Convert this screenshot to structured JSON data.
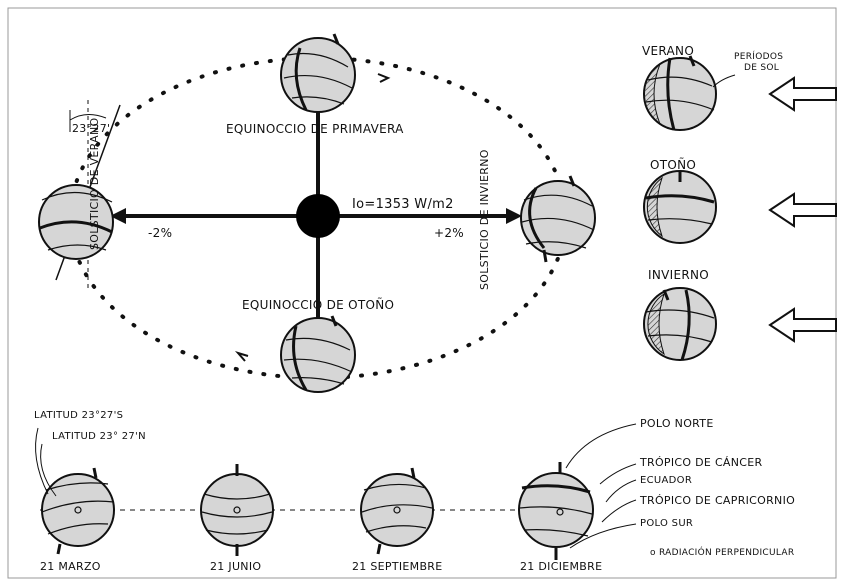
{
  "labels": {
    "angle": "23°27'",
    "equinox_spring": "EQUINOCCIO DE PRIMAVERA",
    "equinox_autumn": "EQUINOCCIO DE OTOÑO",
    "solstice_summer": "SOLSTICIO DE VERANO",
    "solstice_winter": "SOLSTICIO DE INVIERNO",
    "irradiance": "Io=1353 W/m2",
    "minus": "-2%",
    "plus": "+2%",
    "verano": "VERANO",
    "periodos_1": "PERÍODOS",
    "periodos_2": "DE SOL",
    "otono": "OTOÑO",
    "invierno": "INVIERNO",
    "lat_s": "LATITUD 23°27'S",
    "lat_n": "LATITUD 23° 27'N",
    "polo_norte": "POLO NORTE",
    "tropico_cancer": "TRÓPICO DE CÁNCER",
    "ecuador": "ECUADOR",
    "tropico_capricornio": "TRÓPICO DE CAPRICORNIO",
    "polo_sur": "POLO SUR",
    "radiacion": "o RADIACIÓN PERPENDICULAR",
    "fecha_marzo": "21 MARZO",
    "fecha_junio": "21 JUNIO",
    "fecha_septiembre": "21 SEPTIEMBRE",
    "fecha_diciembre": "21 DICIEMBRE"
  },
  "colors": {
    "ink": "#111111",
    "globe_fill": "#d6d6d6",
    "shade": "#9a9a9a",
    "sun": "#000000"
  }
}
